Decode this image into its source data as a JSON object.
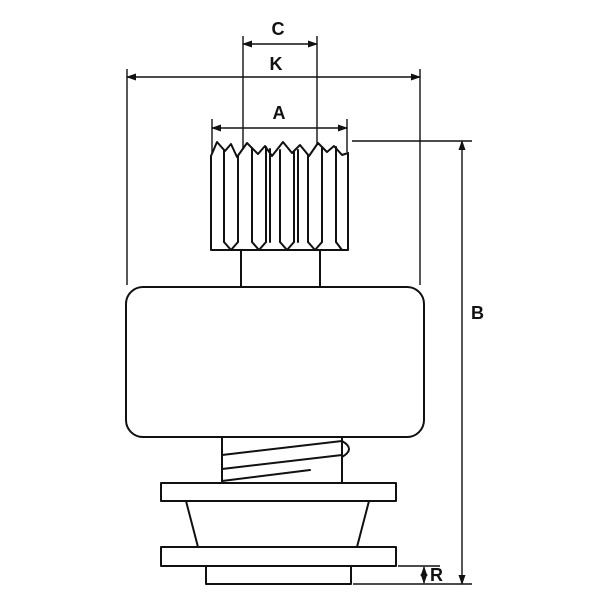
{
  "colors": {
    "line": "#111111",
    "label": "#111111",
    "background": "#ffffff"
  },
  "dimensions": {
    "c": {
      "label": "C"
    },
    "k": {
      "label": "K"
    },
    "a": {
      "label": "A"
    },
    "b": {
      "label": "B"
    },
    "r": {
      "label": "R"
    }
  }
}
